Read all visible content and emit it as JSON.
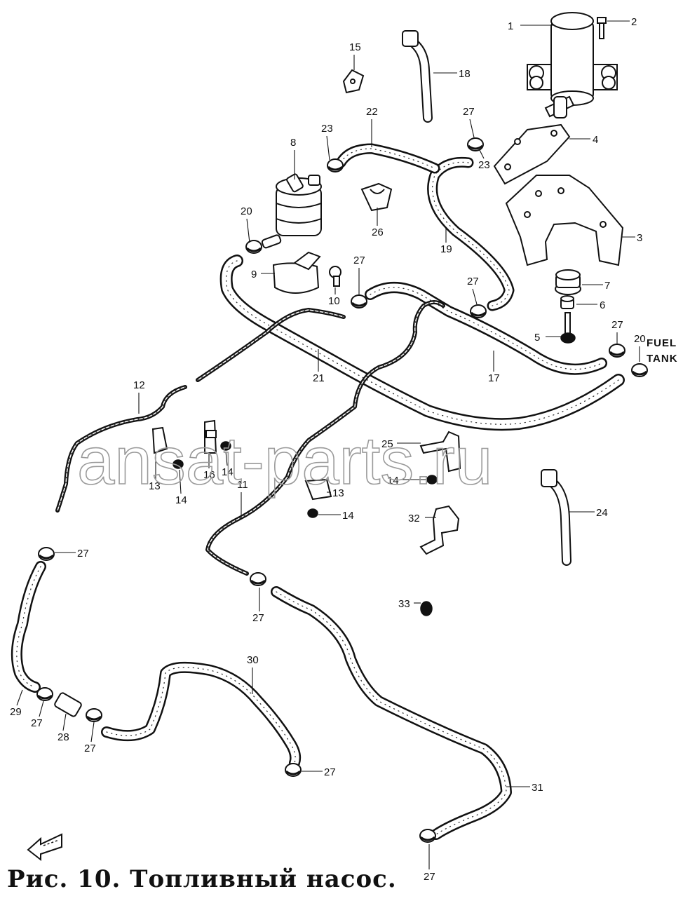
{
  "caption": "Рис. 10. Топливный насос.",
  "watermark": "ansat-parts.ru",
  "fuel_tank_label": [
    "FUEL",
    "TANK"
  ],
  "callouts": [
    "1",
    "2",
    "3",
    "4",
    "5",
    "6",
    "7",
    "8",
    "9",
    "10",
    "11",
    "12",
    "13",
    "13",
    "14",
    "14",
    "14",
    "14",
    "14",
    "15",
    "16",
    "17",
    "18",
    "19",
    "20",
    "20",
    "21",
    "22",
    "23",
    "23",
    "24",
    "25",
    "26",
    "27",
    "27",
    "27",
    "27",
    "27",
    "27",
    "27",
    "27",
    "27",
    "27",
    "27",
    "28",
    "29",
    "30",
    "31",
    "32",
    "33"
  ],
  "colors": {
    "ink": "#111111",
    "paper": "#ffffff",
    "watermark": "#9a9a9a"
  }
}
